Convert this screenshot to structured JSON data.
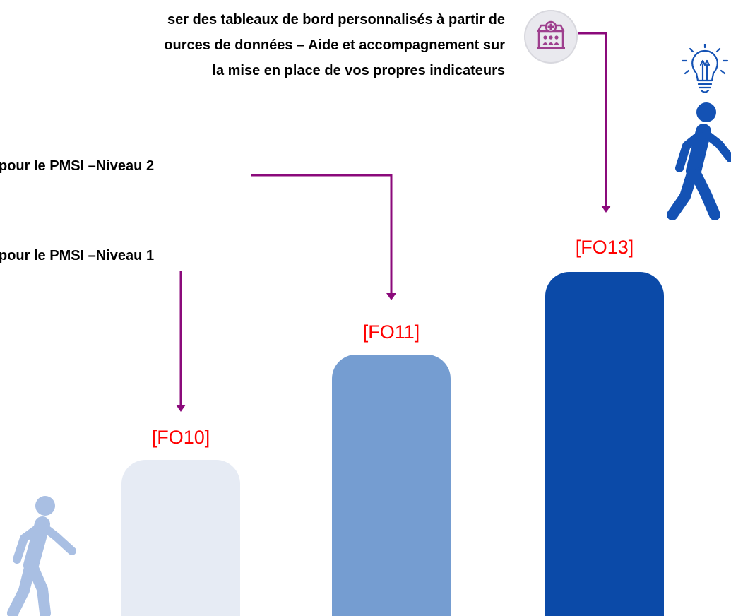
{
  "steps": {
    "fo13": {
      "label": "[FO13]",
      "text_lines": [
        "ser des tableaux de bord personnalisés à partir de",
        "ources de données – Aide et accompagnement sur",
        "la mise en place de vos propres indicateurs"
      ]
    },
    "fo11": {
      "label": "[FO11]",
      "text": "pour le PMSI –Niveau 2"
    },
    "fo10": {
      "label": "[FO10]",
      "text": "pour le PMSI –Niveau 1"
    }
  },
  "colors": {
    "label_red": "#ff0000",
    "arrow_purple": "#8b0a7b",
    "bar_fo10": "#e6ebf4",
    "bar_fo11": "#759dd1",
    "bar_fo13": "#0b4aa8",
    "walker_light": "#a9bfe3",
    "walker_dark": "#1452b4",
    "hospital_icon": "#9e3f8e"
  },
  "icons": {
    "hospital": "hospital-icon",
    "walker_start": "person-walking-icon",
    "walker_end": "person-walking-icon",
    "idea": "lightbulb-icon"
  }
}
